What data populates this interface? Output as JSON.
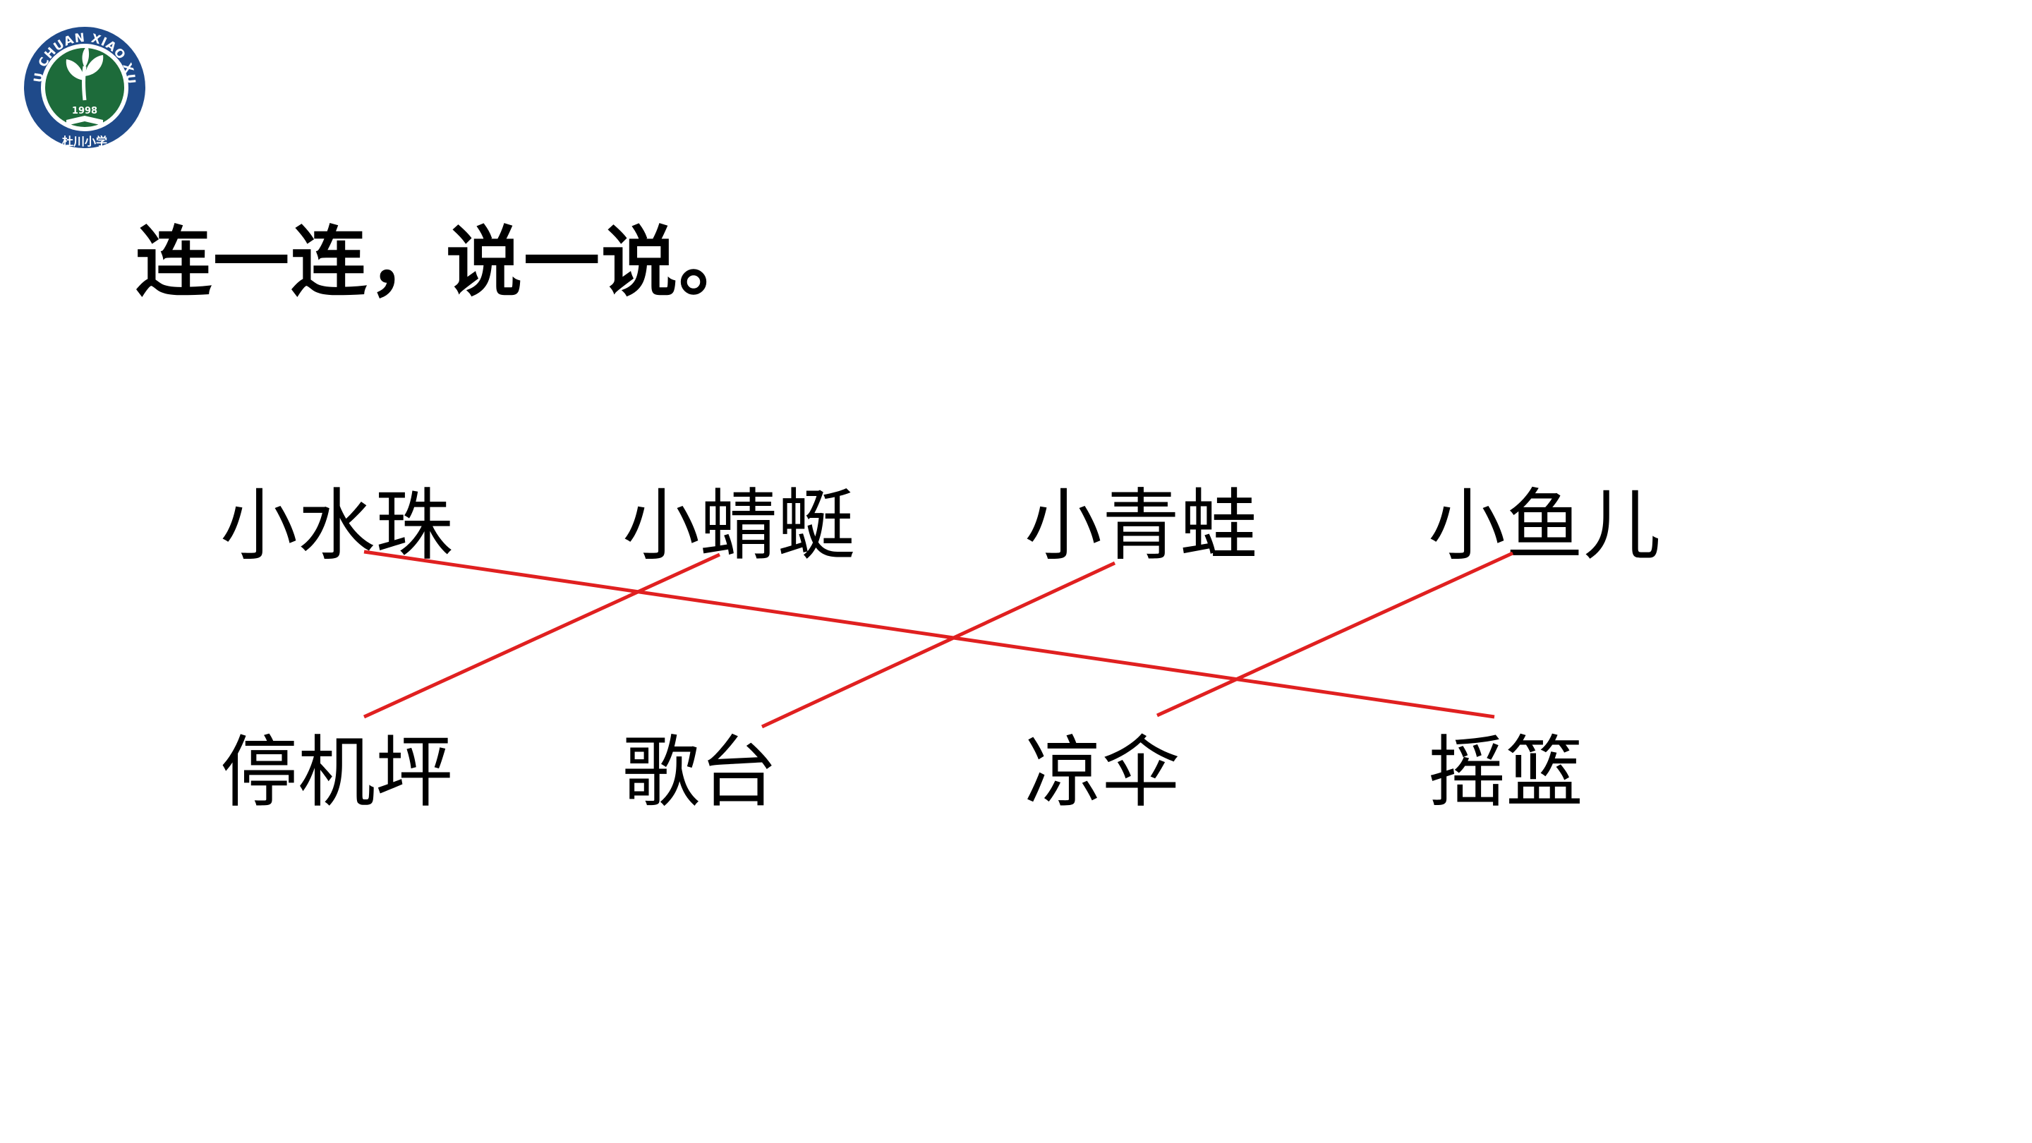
{
  "logo": {
    "ring_text": "DU CHUAN XIAO XUE",
    "year": "1998",
    "name_cn": "杜川小学",
    "colors": {
      "ring": "#1f4a8a",
      "inner": "#1d6b3a"
    }
  },
  "instruction": "连一连，说一说。",
  "top_row": [
    {
      "id": "drop",
      "label": "小水珠"
    },
    {
      "id": "dragonfly",
      "label": "小蜻蜓"
    },
    {
      "id": "frog",
      "label": "小青蛙"
    },
    {
      "id": "fish",
      "label": "小鱼儿"
    }
  ],
  "bottom_row": [
    {
      "id": "helipad",
      "label": "停机坪"
    },
    {
      "id": "stage",
      "label": "歌台"
    },
    {
      "id": "umbrella",
      "label": "凉伞"
    },
    {
      "id": "cradle",
      "label": "摇篮"
    }
  ],
  "matches": [
    {
      "from": "小水珠",
      "to": "摇篮"
    },
    {
      "from": "小蜻蜓",
      "to": "停机坪"
    },
    {
      "from": "小青蛙",
      "to": "歌台"
    },
    {
      "from": "小鱼儿",
      "to": "凉伞"
    }
  ],
  "line_color": "#e02020"
}
